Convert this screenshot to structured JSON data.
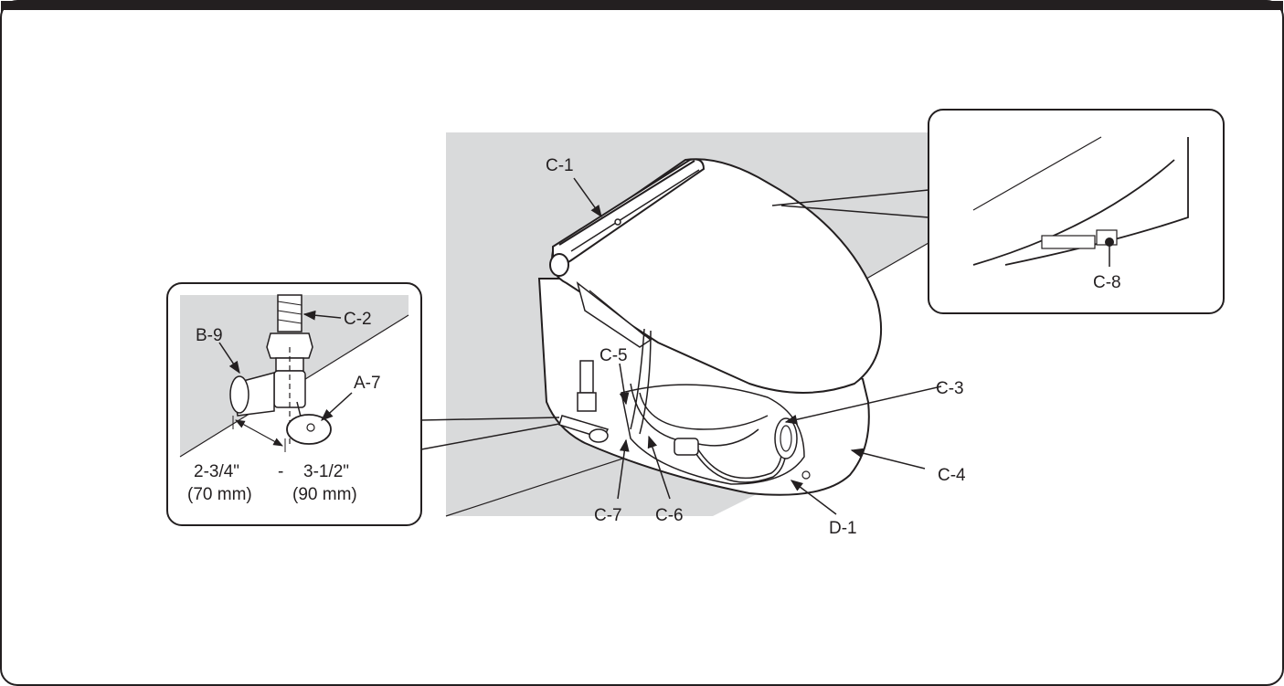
{
  "labels": {
    "c1": "C-1",
    "c2": "C-2",
    "c3": "C-3",
    "c4": "C-4",
    "c5": "C-5",
    "c6": "C-6",
    "c7": "C-7",
    "c8": "C-8",
    "d1": "D-1",
    "b9": "B-9",
    "a7": "A-7"
  },
  "dimension": {
    "min_in": "2-3/4\"",
    "dash": "-",
    "max_in": "3-1/2\"",
    "min_mm": "(70 mm)",
    "max_mm": "(90 mm)"
  },
  "colors": {
    "header_bar": "#231f20",
    "wall": "#d9dadb",
    "line": "#231f20"
  }
}
